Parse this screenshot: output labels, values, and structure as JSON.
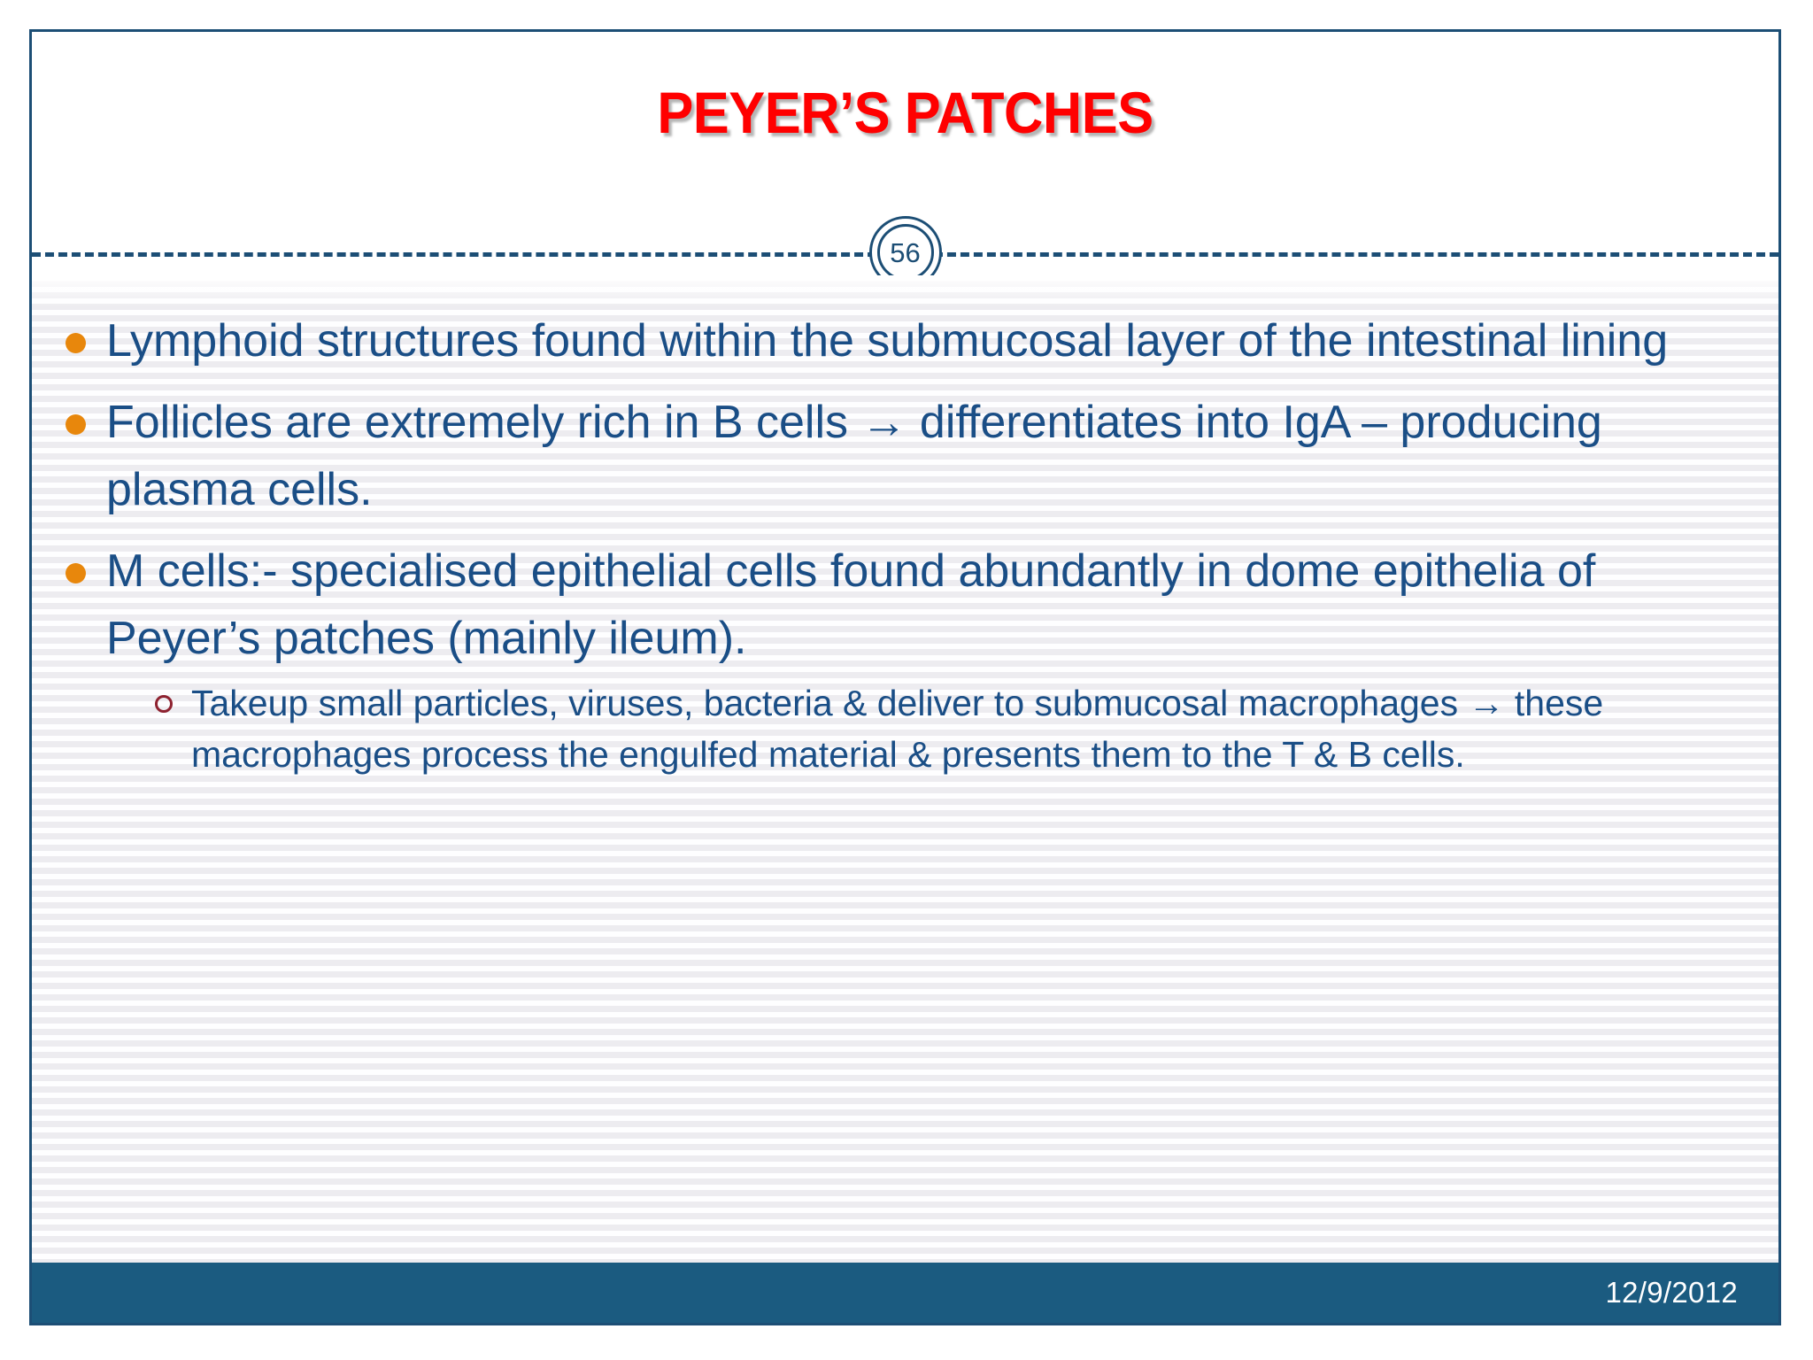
{
  "slide": {
    "title": "PEYER’S PATCHES",
    "page_number": "56",
    "title_color": "#FF0000",
    "body_text_color": "#1A4E86",
    "bullet_color": "#E8870C",
    "subbullet_color": "#8E2230",
    "frame_color": "#1C4E75",
    "footer_color": "#1B5B80"
  },
  "content": {
    "bullets": [
      {
        "text": "Lymphoid structures found within the submucosal layer of the intestinal lining"
      },
      {
        "text": "Follicles are extremely rich in B cells → differentiates into IgA – producing plasma cells."
      },
      {
        "text": "M cells:- specialised epithelial cells found abundantly in dome epithelia of Peyer’s patches (mainly ileum).",
        "subbullets": [
          {
            "text": "Takeup small particles, viruses, bacteria & deliver to submucosal macrophages → these macrophages process the engulfed material & presents them to the T & B cells."
          }
        ]
      }
    ]
  },
  "footer": {
    "date": "12/9/2012"
  }
}
